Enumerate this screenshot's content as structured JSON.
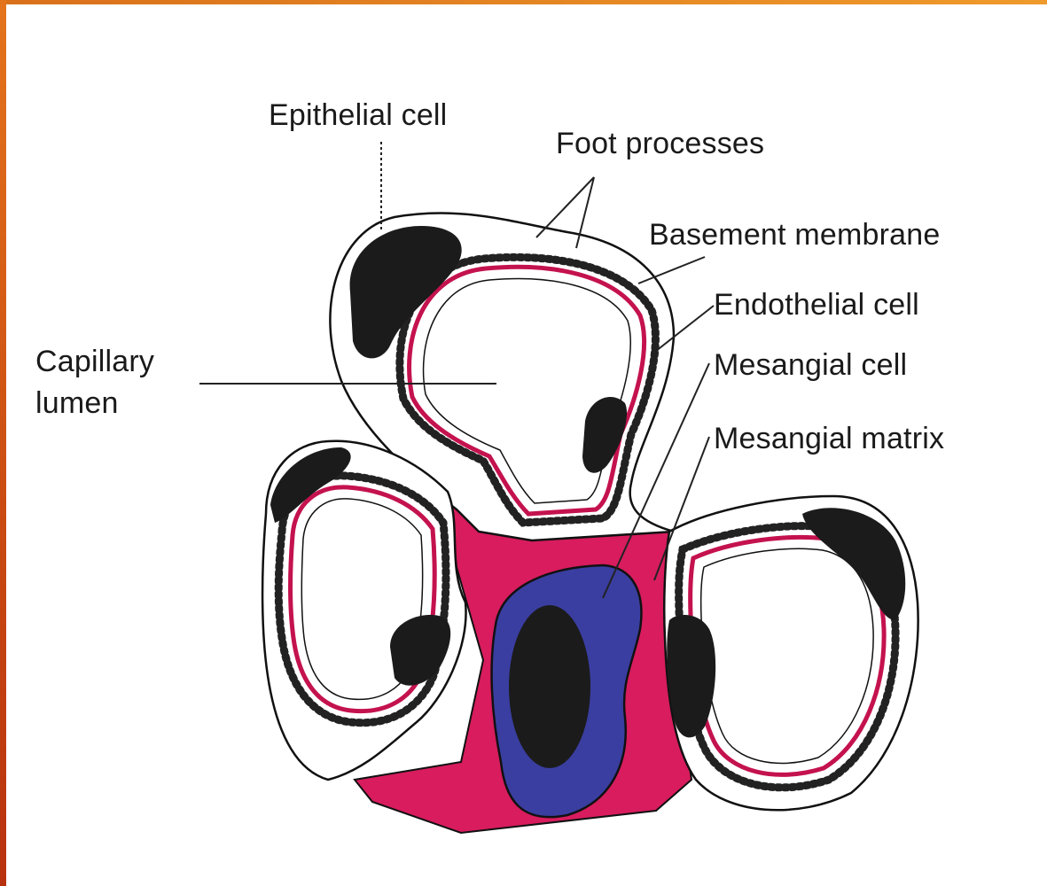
{
  "labels": {
    "epithelial_cell": "Epithelial cell",
    "foot_processes": "Foot processes",
    "basement_membrane": "Basement membrane",
    "endothelial_cell": "Endothelial cell",
    "capillary_lumen_line1": "Capillary",
    "capillary_lumen_line2": "lumen",
    "mesangial_cell": "Mesangial cell",
    "mesangial_matrix": "Mesangial matrix"
  },
  "colors": {
    "frame_orange": "#e07a1f",
    "mesangial_matrix_pink": "#d81c5e",
    "basement_membrane_magenta": "#c4124f",
    "mesangial_cell_blue": "#3a3ea0",
    "nucleus_black": "#1b1b1b",
    "outline_black": "#111111",
    "cell_white": "#ffffff"
  }
}
